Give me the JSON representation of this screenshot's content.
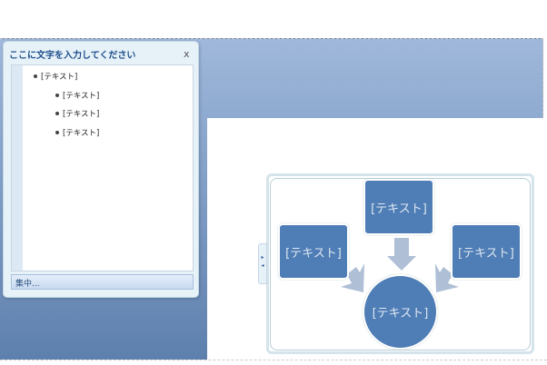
{
  "text_pane": {
    "title": "ここに文字を入力してください",
    "close": "x",
    "items": [
      {
        "text": "[テキスト]",
        "level": 1
      },
      {
        "text": "[テキスト]",
        "level": 2
      },
      {
        "text": "[テキスト]",
        "level": 2
      },
      {
        "text": "[テキスト]",
        "level": 2
      }
    ],
    "footer": "集中..."
  },
  "diagram": {
    "top": "[テキスト]",
    "left": "[テキスト]",
    "right": "[テキスト]",
    "center": "[テキスト]",
    "colors": {
      "shape": "#4f7db5",
      "arrow": "#aebfd6"
    }
  },
  "collapse_tab": {
    "expand": "▸",
    "collapse": "◂"
  }
}
